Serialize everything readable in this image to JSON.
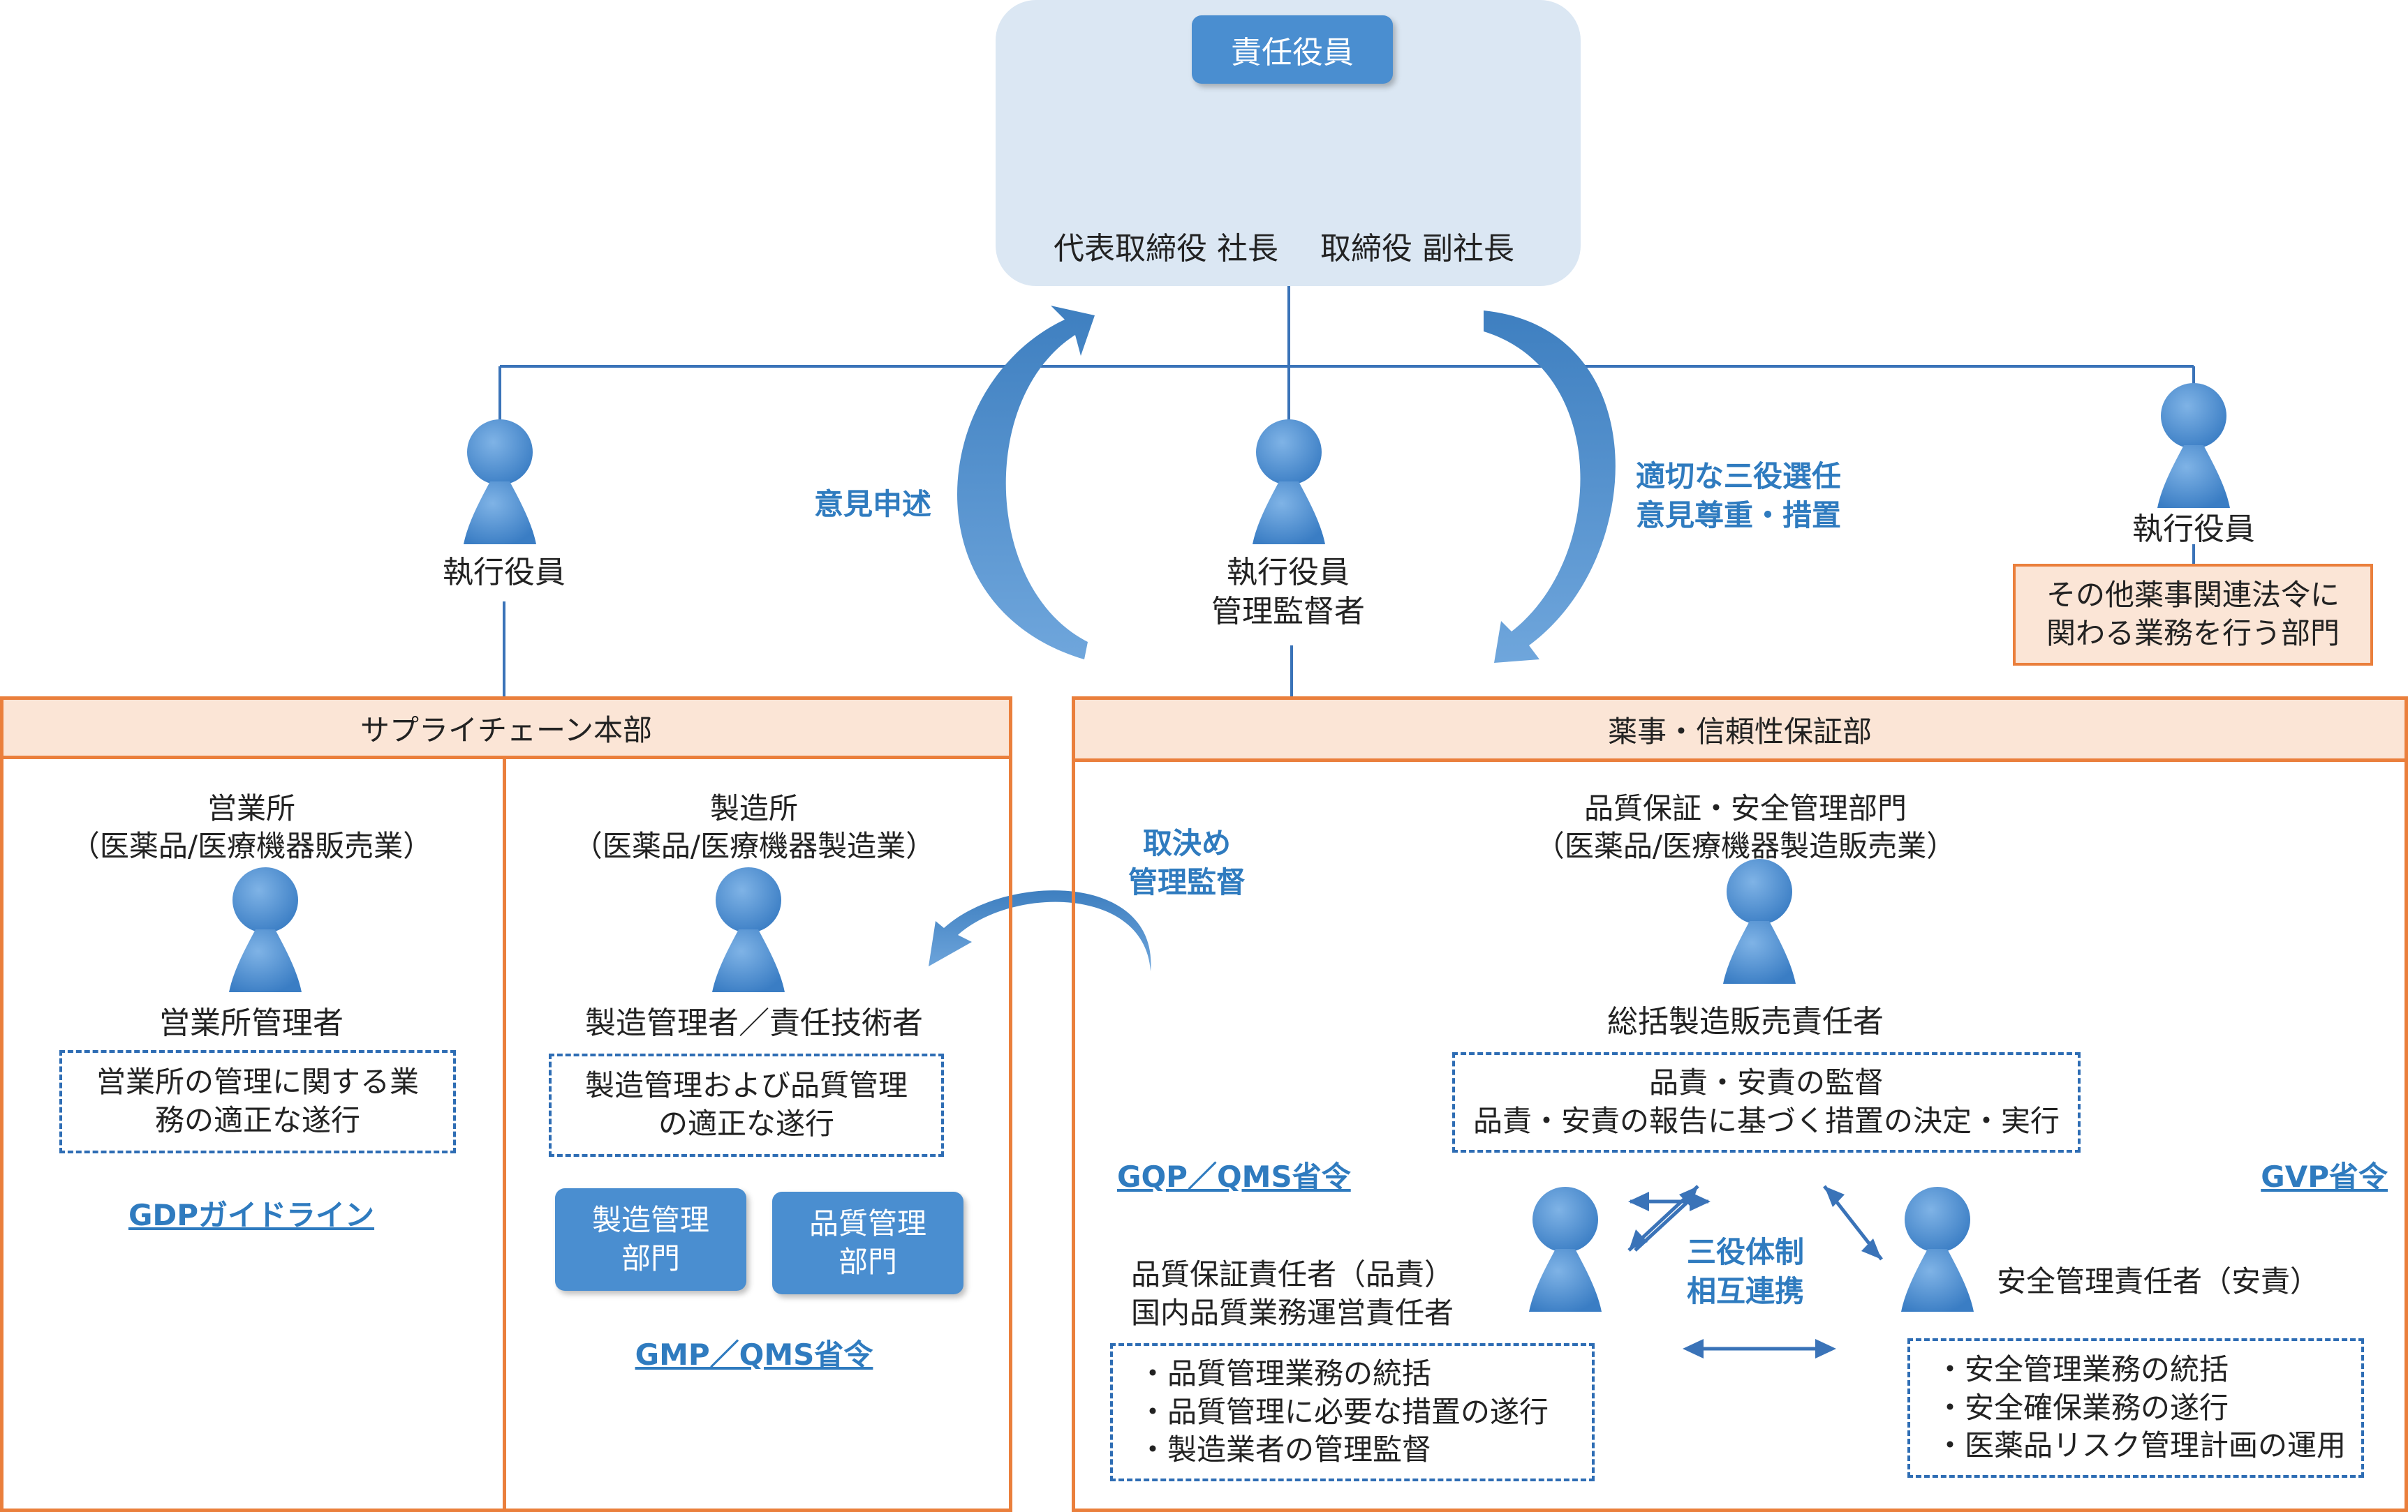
{
  "top_panel": {
    "title": "責任役員",
    "president": "代表取締役 社長",
    "vice_president": "取締役 副社長"
  },
  "left_officer": {
    "label": "執行役員"
  },
  "center_officer": {
    "line1": "執行役員",
    "line2": "管理監督者"
  },
  "right_officer": {
    "label": "執行役員",
    "box_line1": "その他薬事関連法令に",
    "box_line2": "関わる業務を行う部門"
  },
  "arrows": {
    "opinion": "意見申述",
    "select_line1": "適切な三役選任",
    "select_line2": "意見尊重・措置",
    "agreement_line1": "取決め",
    "agreement_line2": "管理監督"
  },
  "supply_chain": {
    "header": "サプライチェーン本部",
    "sales": {
      "title": "営業所",
      "subtitle": "（医薬品/医療機器販売業）",
      "person": "営業所管理者",
      "duty_line1": "営業所の管理に関する業",
      "duty_line2": "務の適正な遂行",
      "regulation": "GDPガイドライン"
    },
    "factory": {
      "title": "製造所",
      "subtitle": "（医薬品/医療機器製造業）",
      "person": "製造管理者／責任技術者",
      "duty_line1": "製造管理および品質管理",
      "duty_line2": "の適正な遂行",
      "dept1_line1": "製造管理",
      "dept1_line2": "部門",
      "dept2_line1": "品質管理",
      "dept2_line2": "部門",
      "regulation": "GMP／QMS省令"
    }
  },
  "qa_division": {
    "header": "薬事・信頼性保証部",
    "dept_title": "品質保証・安全管理部門",
    "dept_subtitle": "（医薬品/医療機器製造販売業）",
    "general_manager": "総括製造販売責任者",
    "gm_duty_line1": "品責・安責の監督",
    "gm_duty_line2": "品責・安責の報告に基づく措置の決定・実行",
    "gqp": "GQP／QMS省令",
    "gvp": "GVP省令",
    "trio_line1": "三役体制",
    "trio_line2": "相互連携",
    "quality": {
      "line1": "品質保証責任者（品責）",
      "line2": "国内品質業務運営責任者",
      "duties": [
        "・品質管理業務の統括",
        "・品質管理に必要な措置の遂行",
        "・製造業者の管理監督"
      ]
    },
    "safety": {
      "label": "安全管理責任者（安責）",
      "duties": [
        "・安全管理業務の統括",
        "・安全確保業務の遂行",
        "・医薬品リスク管理計画の運用"
      ]
    }
  },
  "colors": {
    "accent_blue": "#4a8ed0",
    "link_blue": "#2f7bbf",
    "orange": "#ea7f3c",
    "header_fill": "#fbe5d6",
    "panel_fill": "#dbe7f3"
  },
  "icons": [
    "person-icon"
  ]
}
